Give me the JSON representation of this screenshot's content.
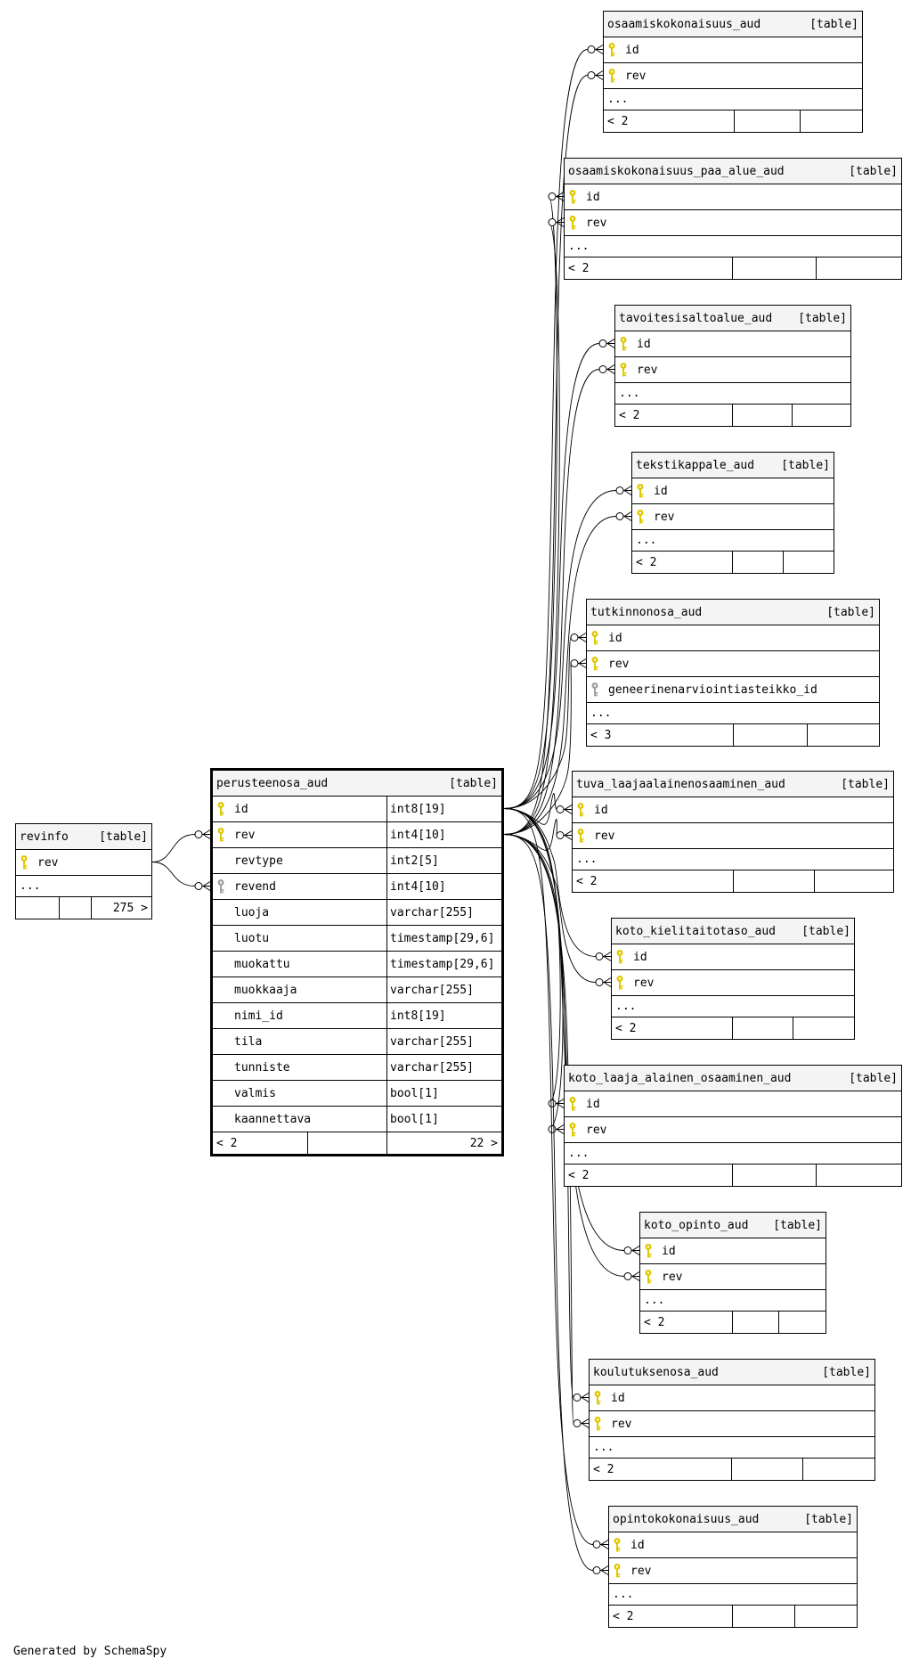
{
  "diagram": {
    "main_table": {
      "name": "perusteenosa_aud",
      "kind": "[table]",
      "columns": [
        {
          "name": "id",
          "type": "int8[19]",
          "key": "primary"
        },
        {
          "name": "rev",
          "type": "int4[10]",
          "key": "primary"
        },
        {
          "name": "revtype",
          "type": "int2[5]",
          "key": ""
        },
        {
          "name": "revend",
          "type": "int4[10]",
          "key": "foreign"
        },
        {
          "name": "luoja",
          "type": "varchar[255]",
          "key": ""
        },
        {
          "name": "luotu",
          "type": "timestamp[29,6]",
          "key": ""
        },
        {
          "name": "muokattu",
          "type": "timestamp[29,6]",
          "key": ""
        },
        {
          "name": "muokkaaja",
          "type": "varchar[255]",
          "key": ""
        },
        {
          "name": "nimi_id",
          "type": "int8[19]",
          "key": ""
        },
        {
          "name": "tila",
          "type": "varchar[255]",
          "key": ""
        },
        {
          "name": "tunniste",
          "type": "varchar[255]",
          "key": ""
        },
        {
          "name": "valmis",
          "type": "bool[1]",
          "key": ""
        },
        {
          "name": "kaannettava",
          "type": "bool[1]",
          "key": ""
        }
      ],
      "footer_left": "< 2",
      "footer_right": "22 >"
    },
    "revinfo": {
      "name": "revinfo",
      "kind": "[table]",
      "columns": [
        {
          "name": "rev",
          "key": "primary"
        }
      ],
      "more": "...",
      "footer_right": "275 >"
    },
    "child_tables": [
      {
        "name": "osaamiskokonaisuus_aud",
        "kind": "[table]",
        "columns": [
          {
            "name": "id",
            "key": "primary"
          },
          {
            "name": "rev",
            "key": "primary"
          }
        ],
        "more": "...",
        "footer_left": "< 2"
      },
      {
        "name": "osaamiskokonaisuus_paa_alue_aud",
        "kind": "[table]",
        "columns": [
          {
            "name": "id",
            "key": "primary"
          },
          {
            "name": "rev",
            "key": "primary"
          }
        ],
        "more": "...",
        "footer_left": "< 2"
      },
      {
        "name": "tavoitesisaltoalue_aud",
        "kind": "[table]",
        "columns": [
          {
            "name": "id",
            "key": "primary"
          },
          {
            "name": "rev",
            "key": "primary"
          }
        ],
        "more": "...",
        "footer_left": "< 2"
      },
      {
        "name": "tekstikappale_aud",
        "kind": "[table]",
        "columns": [
          {
            "name": "id",
            "key": "primary"
          },
          {
            "name": "rev",
            "key": "primary"
          }
        ],
        "more": "...",
        "footer_left": "< 2"
      },
      {
        "name": "tutkinnonosa_aud",
        "kind": "[table]",
        "columns": [
          {
            "name": "id",
            "key": "primary"
          },
          {
            "name": "rev",
            "key": "primary"
          },
          {
            "name": "geneerinenarviointiasteikko_id",
            "key": "foreign"
          }
        ],
        "more": "...",
        "footer_left": "< 3"
      },
      {
        "name": "tuva_laajaalainenosaaminen_aud",
        "kind": "[table]",
        "columns": [
          {
            "name": "id",
            "key": "primary"
          },
          {
            "name": "rev",
            "key": "primary"
          }
        ],
        "more": "...",
        "footer_left": "< 2"
      },
      {
        "name": "koto_kielitaitotaso_aud",
        "kind": "[table]",
        "columns": [
          {
            "name": "id",
            "key": "primary"
          },
          {
            "name": "rev",
            "key": "primary"
          }
        ],
        "more": "...",
        "footer_left": "< 2"
      },
      {
        "name": "koto_laaja_alainen_osaaminen_aud",
        "kind": "[table]",
        "columns": [
          {
            "name": "id",
            "key": "primary"
          },
          {
            "name": "rev",
            "key": "primary"
          }
        ],
        "more": "...",
        "footer_left": "< 2"
      },
      {
        "name": "koto_opinto_aud",
        "kind": "[table]",
        "columns": [
          {
            "name": "id",
            "key": "primary"
          },
          {
            "name": "rev",
            "key": "primary"
          }
        ],
        "more": "...",
        "footer_left": "< 2"
      },
      {
        "name": "koulutuksenosa_aud",
        "kind": "[table]",
        "columns": [
          {
            "name": "id",
            "key": "primary"
          },
          {
            "name": "rev",
            "key": "primary"
          }
        ],
        "more": "...",
        "footer_left": "< 2"
      },
      {
        "name": "opintokokonaisuus_aud",
        "kind": "[table]",
        "columns": [
          {
            "name": "id",
            "key": "primary"
          },
          {
            "name": "rev",
            "key": "primary"
          }
        ],
        "more": "...",
        "footer_left": "< 2"
      }
    ],
    "colors": {
      "primary_key": "#e0c800",
      "foreign_key": "#a0a0a0",
      "header_bg": "#f4f4f4",
      "line": "#000000"
    }
  },
  "footer": {
    "generated_by": "Generated by SchemaSpy"
  }
}
